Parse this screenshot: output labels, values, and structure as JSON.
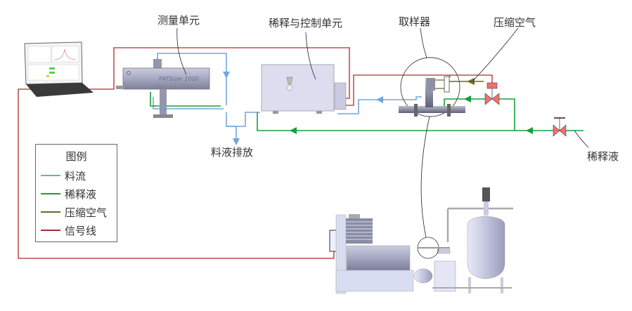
{
  "labels": {
    "measurement_unit": "测量单元",
    "dilution_control_unit": "稀释与控制单元",
    "sampler": "取样器",
    "compressed_air": "压缩空气",
    "dilution_liquid": "稀释液",
    "slurry_discharge": "料液排放",
    "instrument_model": "PATSizer 1000"
  },
  "legend": {
    "title": "图例",
    "items": [
      {
        "label": "料流",
        "color": "#6fa8dc"
      },
      {
        "label": "稀释液",
        "color": "#1a9e3a"
      },
      {
        "label": "压缩空气",
        "color": "#6b6b1e"
      },
      {
        "label": "信号线",
        "color": "#b22a2a"
      }
    ]
  },
  "colors": {
    "slurry_flow": "#6fa8dc",
    "dilution": "#1a9e3a",
    "air": "#6b6b1e",
    "signal": "#b22a2a",
    "valve": "#f07070",
    "equipment": "#d8dcf0"
  }
}
